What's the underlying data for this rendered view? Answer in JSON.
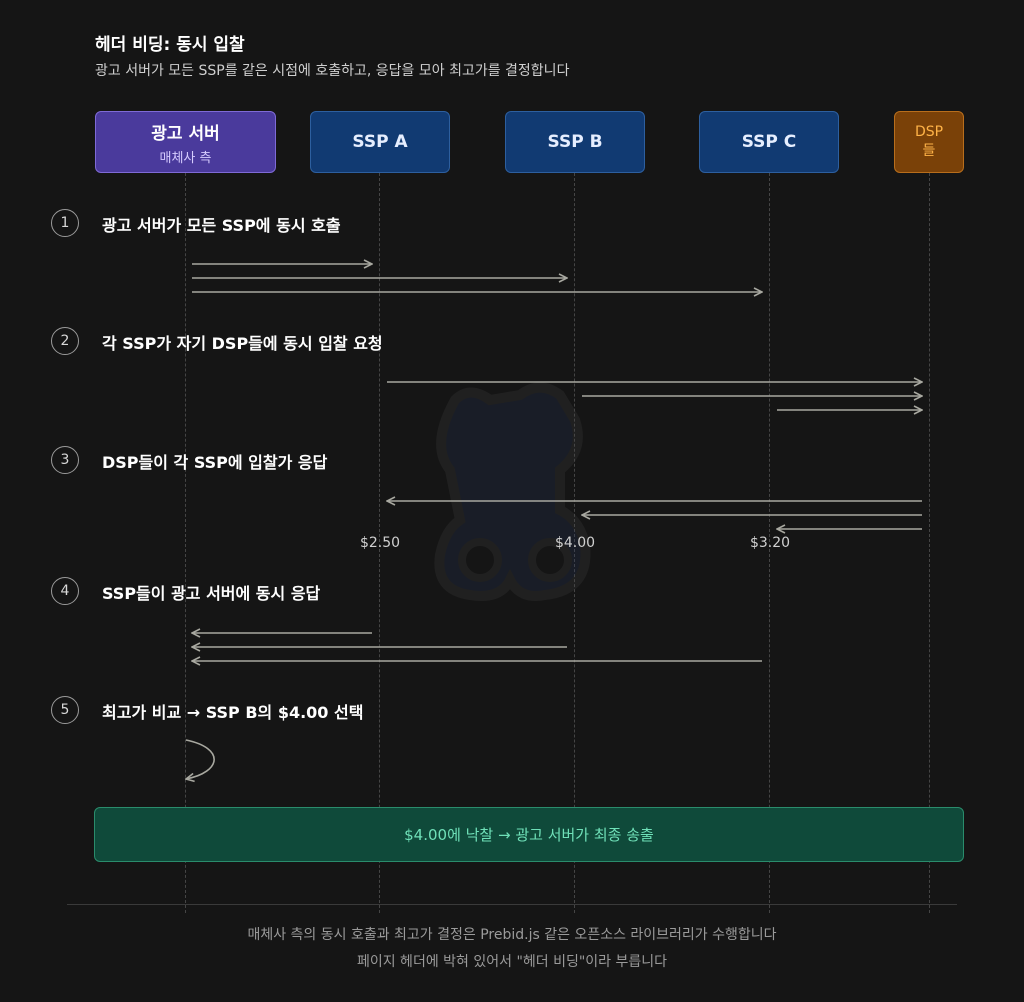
{
  "header": {
    "title": "헤더 비딩: 동시 입찰",
    "subtitle": "광고 서버가 모든 SSP를 같은 시점에 호출하고, 응답을 모아 최고가를 결정합니다"
  },
  "actors": [
    {
      "name": "광고 서버",
      "sub": "매체사 측",
      "color": "#4a3a9c"
    },
    {
      "name": "SSP A",
      "color": "#113a72"
    },
    {
      "name": "SSP B",
      "color": "#113a72"
    },
    {
      "name": "SSP C",
      "color": "#113a72"
    },
    {
      "name": "DSP",
      "sub": "들",
      "color": "#7a4108"
    }
  ],
  "steps": [
    {
      "num": "1",
      "label": "광고 서버가 모든 SSP에 동시 호출"
    },
    {
      "num": "2",
      "label": "각 SSP가 자기 DSP들에 동시 입찰 요청"
    },
    {
      "num": "3",
      "label": "DSP들이 각 SSP에 입찰가 응답"
    },
    {
      "num": "4",
      "label": "SSP들이 광고 서버에 동시 응답"
    },
    {
      "num": "5",
      "label": "최고가 비교 → SSP B의 $4.00 선택"
    }
  ],
  "bids": {
    "ssp_a": "$2.50",
    "ssp_b": "$4.00",
    "ssp_c": "$3.20"
  },
  "result": "$4.00에 낙찰 → 광고 서버가 최종 송출",
  "footer": {
    "line1": "매체사 측의 동시 호출과 최고가 결정은 Prebid.js 같은 오픈소스 라이브러리가 수행합니다",
    "line2": "페이지 헤더에 박혀 있어서 \"헤더 비딩\"이라 부릅니다"
  },
  "colors": {
    "arrow": "#a8a8a0",
    "lifeline": "#454545",
    "background": "#151515"
  }
}
